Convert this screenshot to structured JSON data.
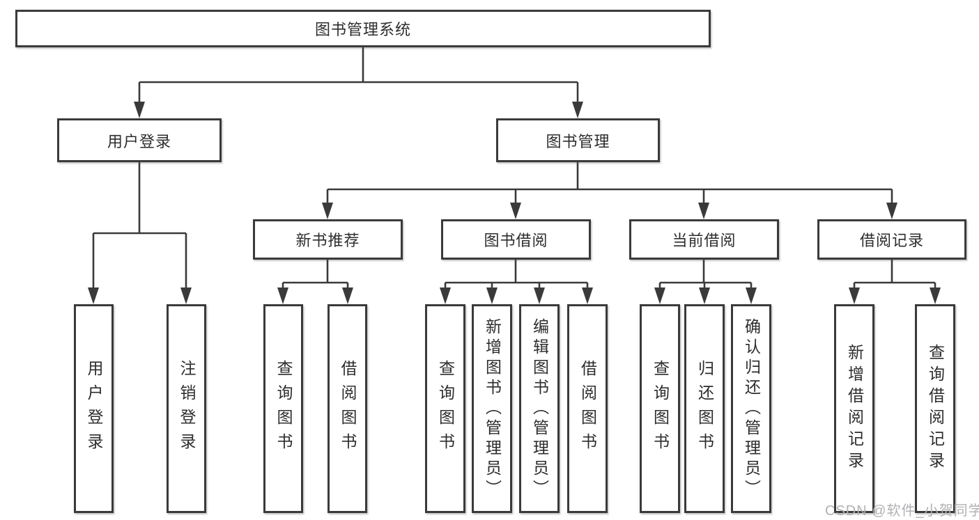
{
  "diagram": {
    "root": {
      "label": "图书管理系统"
    },
    "level2": [
      {
        "id": "user-login",
        "label": "用户登录"
      },
      {
        "id": "book-management",
        "label": "图书管理"
      }
    ],
    "level3": [
      {
        "id": "new-book-recommend",
        "label": "新书推荐"
      },
      {
        "id": "book-borrow",
        "label": "图书借阅"
      },
      {
        "id": "current-borrow",
        "label": "当前借阅"
      },
      {
        "id": "borrow-records",
        "label": "借阅记录"
      }
    ],
    "leaves": [
      {
        "group": "user-login",
        "label": "用户登录"
      },
      {
        "group": "user-login",
        "label": "注销登录"
      },
      {
        "group": "new-book-recommend",
        "label": "查询图书"
      },
      {
        "group": "new-book-recommend",
        "label": "借阅图书"
      },
      {
        "group": "book-borrow",
        "label": "查询图书"
      },
      {
        "group": "book-borrow",
        "label": "新增图书（管理员）"
      },
      {
        "group": "book-borrow",
        "label": "编辑图书（管理员）"
      },
      {
        "group": "book-borrow",
        "label": "借阅图书"
      },
      {
        "group": "current-borrow",
        "label": "查询图书"
      },
      {
        "group": "current-borrow",
        "label": "归还图书"
      },
      {
        "group": "current-borrow",
        "label": "确认归还（管理员）"
      },
      {
        "group": "borrow-records",
        "label": "新增借阅记录"
      },
      {
        "group": "borrow-records",
        "label": "查询借阅记录"
      }
    ]
  },
  "watermark": "CSDN @软件_小贺同学",
  "colors": {
    "line": "#3a3a3a",
    "text": "#2d2d2d",
    "watermark": "#b1b1b4",
    "background": "#ffffff"
  }
}
